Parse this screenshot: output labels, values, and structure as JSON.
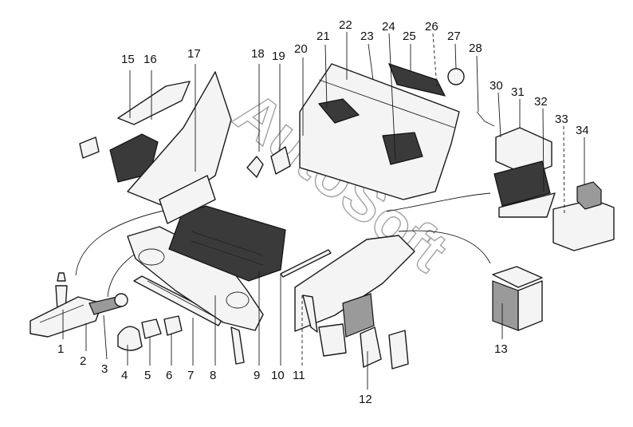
{
  "diagram": {
    "callouts": [
      {
        "id": 1,
        "label": "1"
      },
      {
        "id": 2,
        "label": "2"
      },
      {
        "id": 3,
        "label": "3"
      },
      {
        "id": 4,
        "label": "4"
      },
      {
        "id": 5,
        "label": "5"
      },
      {
        "id": 6,
        "label": "6"
      },
      {
        "id": 7,
        "label": "7"
      },
      {
        "id": 8,
        "label": "8"
      },
      {
        "id": 9,
        "label": "9"
      },
      {
        "id": 10,
        "label": "10"
      },
      {
        "id": 11,
        "label": "11"
      },
      {
        "id": 12,
        "label": "12"
      },
      {
        "id": 13,
        "label": "13"
      },
      {
        "id": 15,
        "label": "15"
      },
      {
        "id": 16,
        "label": "16"
      },
      {
        "id": 17,
        "label": "17"
      },
      {
        "id": 18,
        "label": "18"
      },
      {
        "id": 19,
        "label": "19"
      },
      {
        "id": 20,
        "label": "20"
      },
      {
        "id": 21,
        "label": "21"
      },
      {
        "id": 22,
        "label": "22"
      },
      {
        "id": 23,
        "label": "23"
      },
      {
        "id": 24,
        "label": "24"
      },
      {
        "id": 25,
        "label": "25"
      },
      {
        "id": 26,
        "label": "26"
      },
      {
        "id": 27,
        "label": "27"
      },
      {
        "id": 28,
        "label": "28"
      },
      {
        "id": 30,
        "label": "30"
      },
      {
        "id": 31,
        "label": "31"
      },
      {
        "id": 32,
        "label": "32"
      },
      {
        "id": 33,
        "label": "33"
      },
      {
        "id": 34,
        "label": "34"
      }
    ],
    "watermark": "AutoSoft"
  }
}
